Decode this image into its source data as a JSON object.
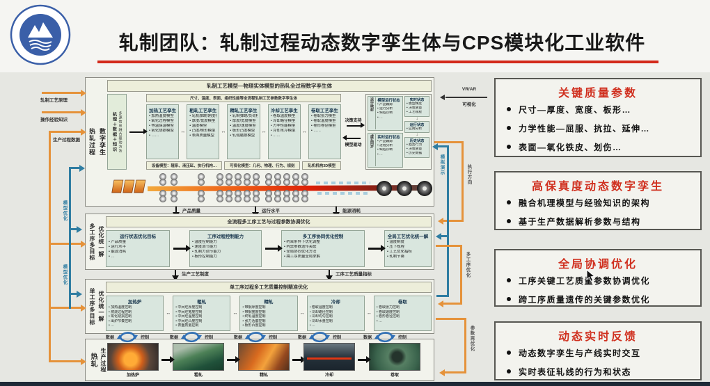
{
  "header": {
    "title": "轧制团队：轧制过程动态数字孪生体与CPS模块化工业软件"
  },
  "colors": {
    "accent_red": "#d32a1b",
    "connector_orange": "#e5923a",
    "connector_blue": "#2f7da2",
    "loop_blue": "#2f6fb5"
  },
  "diagram": {
    "left_inputs": [
      "轧制工艺原理",
      "操作经验知识",
      "生产过程数据"
    ],
    "model_opt_label": "模型优化",
    "right": {
      "vr_line1": "VR/AR",
      "vr_line2": "可视化",
      "loop1": "执行方向",
      "sim": "模拟演示",
      "loop2": "多工序优化",
      "loop3": "参数再优化"
    },
    "twin": {
      "side": [
        "热轧过程",
        "数字孪生"
      ],
      "banner": "轧制工艺模型—物理实体模型的热轧全过程数字孪生体",
      "fusion": {
        "line1": "机理＋数据＋知识",
        "line2": "多源信息融合驱动方法"
      },
      "param_strip": "尺寸、温度、表面、组织性能等全流程轧制工艺参数数字孪生体",
      "boxes": [
        {
          "title": "加热工艺孪生",
          "items": [
            "加热温度模型",
            "氧化过程模型",
            "等温保温模型",
            "氧化烧损模型",
            "……"
          ]
        },
        {
          "title": "粗轧工艺孪生",
          "items": [
            "轧机弹跳/刚度模型",
            "厚度/宽度模型",
            "温度模型",
            "凸度/楔形模型",
            "表面质量模型"
          ]
        },
        {
          "title": "精轧工艺孪生",
          "items": [
            "轧制弹跳/负荷模型",
            "厚度/宽度模型",
            "温度/速度模型",
            "板形凸度模型",
            "轧辊磨损模型"
          ]
        },
        {
          "title": "冷却工艺孪生",
          "items": [
            "卷取温度模型",
            "冷却路径模型",
            "力学性能模型",
            "冷却水冷模型",
            "……"
          ]
        },
        {
          "title": "卷取工艺孪生",
          "items": [
            "卷取张力模型",
            "卷取温度模型",
            "卷形卷径模型",
            "……"
          ]
        }
      ],
      "strips": {
        "device": "设备模型：辊系、液压缸、执行机构…",
        "visual": "可视化模型：几何、物理、行为、规则",
        "mech": "轧机机构3D模型"
      },
      "decision": {
        "right": "决策支持",
        "left": "模型驱动"
      },
      "run": {
        "boxes": [
          {
            "side": "运行映射",
            "title": "模型运行状态",
            "items": [
              "产品跟踪",
              "运行分析",
              "缺陷诊断",
              "…"
            ]
          },
          {
            "side": "虚实同步",
            "title": "实时运行状态",
            "items": [
              "产品跟踪",
              "过程分析",
              "缺陷诊断",
              "…"
            ]
          }
        ],
        "states": [
          {
            "title": "实时状态",
            "items": [
              "模型精度",
              "决策质量",
              "工艺规程"
            ]
          },
          {
            "title": "运行状态",
            "items": [
              "应用分析"
            ]
          },
          {
            "title": "历史状态",
            "items": [
              "趋势行为",
              "决策质量",
              "历史数据"
            ]
          }
        ]
      }
    },
    "flow_labels": [
      "产品质量",
      "运行水平",
      "能源消耗"
    ],
    "coord": {
      "side": [
        "多工序多目标",
        "优化统一解"
      ],
      "banner": "全流程多工序工艺与过程参数协调优化",
      "boxes": [
        {
          "title": "运行状态优化目标",
          "items": [
            "产品质量",
            "运行水平",
            "能源消耗",
            "…"
          ]
        },
        {
          "title": "工序过程控制能力",
          "items": [
            "温度控制能力",
            "速度调节能力",
            "轧制力调节能力",
            "板形控制能力"
          ]
        },
        {
          "title": "多工序协同优化控制",
          "items": [
            "约束条件下优化调整",
            "内禀参数遗传关联",
            "全局协同优化方法",
            "跨工序质量全局求解"
          ]
        },
        {
          "title": "全局工艺优化统一解",
          "items": [
            "温度制度",
            "压下规程",
            "工艺优化指标",
            "轧制节奏"
          ]
        }
      ],
      "out": [
        "生产工艺制度",
        "工序工艺质量指标"
      ]
    },
    "single": {
      "side": [
        "单工序多目标",
        "优化统一解"
      ],
      "banner": "单工序过程多工艺质量控制精准优化",
      "boxes": [
        {
          "title": "加热炉",
          "items": [
            "加热温度控制",
            "燃烧过程控制",
            "氧化烧损控制",
            "出炉节奏控制",
            "…"
          ]
        },
        {
          "title": "粗轧",
          "items": [
            "中间坯厚度控制",
            "中间坯宽度控制",
            "中间坯温度控制",
            "中间坯凸度控制",
            "表面质量控制"
          ]
        },
        {
          "title": "精轧",
          "items": [
            "带钢厚度控制",
            "带钢宽度控制",
            "终轧温度控制",
            "张力活套控制",
            "板形凸度控制"
          ]
        },
        {
          "title": "冷却",
          "items": [
            "卷取温度控制",
            "冷却路径控制",
            "冷却均匀控制",
            "冷却水量控制",
            "…"
          ]
        },
        {
          "title": "卷取",
          "items": [
            "卷取张力控制",
            "卷取速度控制",
            "卷形卷径控制",
            "…"
          ]
        }
      ],
      "loop": {
        "data": "数据",
        "ctrl": "控制"
      }
    },
    "production": {
      "side": [
        "热轧",
        "生产过程"
      ],
      "stages": [
        "加热炉",
        "粗轧",
        "精轧",
        "冷却",
        "卷取"
      ]
    }
  },
  "panel": {
    "boxes": [
      {
        "title": "关键质量参数",
        "bullets": [
          "尺寸—厚度、宽度、板形…",
          "力学性能—屈服、抗拉、延伸…",
          "表面—氧化铁皮、划伤…"
        ]
      },
      {
        "title": "高保真度动态数字孪生",
        "bullets": [
          "融合机理模型与经验知识的架构",
          "基于生产数据解析参数与结构"
        ]
      },
      {
        "title": "全局协调优化",
        "bullets": [
          "工序关键工艺质量参数协调优化",
          "跨工序质量遗传的关键参数优化"
        ]
      },
      {
        "title": "动态实时反馈",
        "bullets": [
          "动态数字孪生与产线实时交互",
          "实时表征轧线的行为和状态"
        ]
      }
    ]
  }
}
